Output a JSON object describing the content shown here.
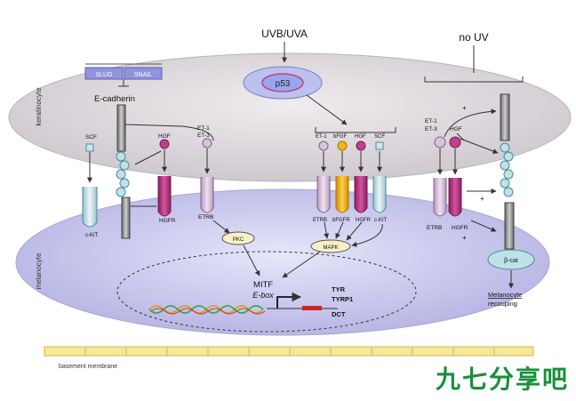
{
  "top": {
    "uv": "UVB/UVA",
    "no_uv": "no UV"
  },
  "cells": {
    "keratinocyte": "keratinocyte",
    "melanocyte": "melanocyte",
    "basement": "basement membrane"
  },
  "proteins": {
    "slug": "SLUG",
    "snail": "SNAIL",
    "ecad": "E-cadherin",
    "p53": "p53",
    "scf": "SCF",
    "hgf": "HGF",
    "et1": "ET-1",
    "et3": "ET-3",
    "bfgf": "bFGF"
  },
  "receptors": {
    "ckit": "c-KIT",
    "hgfr": "HGFR",
    "etrb": "ETRB",
    "bfgfr": "bFGFR"
  },
  "nodes": {
    "pkc": "PKC",
    "mapk": "MAPK",
    "mitf": "MITF",
    "ebox": "E-box",
    "bcat": "β-cat"
  },
  "genes": [
    "TYR",
    "TYRP1",
    "DCT"
  ],
  "outcome": [
    "Melanocyte",
    "recouping"
  ],
  "signs": {
    "plus": "+"
  },
  "watermark": "九七分享吧",
  "colors": {
    "ker": "#dcd7dc",
    "mel": "#c9c7ea",
    "purple": "#c0408c",
    "lilac": "#d7c3dc",
    "teal": "#cfe6ea",
    "orange": "#f2b51a",
    "mem": "#f6e89a"
  }
}
